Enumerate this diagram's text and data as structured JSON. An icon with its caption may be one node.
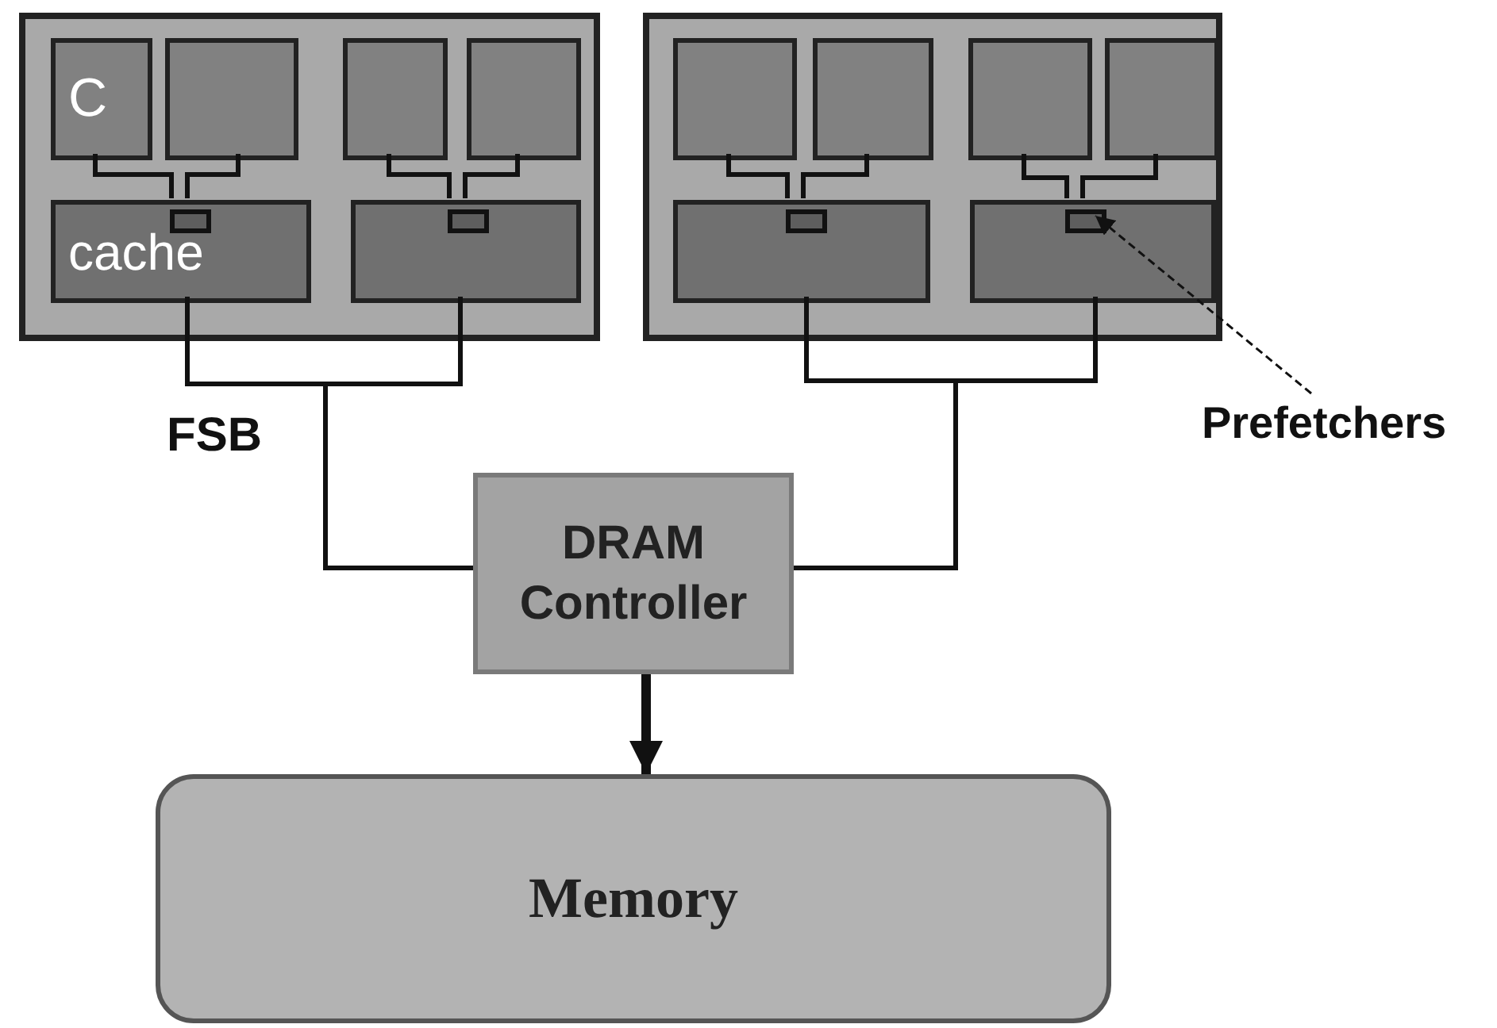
{
  "diagram": {
    "nodes": [
      {
        "text": [],
        "shape": "box"
      },
      {
        "text": [
          "C"
        ],
        "in": 0
      },
      {
        "text": [],
        "shape": "box",
        "in": 0
      },
      {
        "text": [
          "cache"
        ],
        "in": 0
      },
      {
        "text": [],
        "shape": "box",
        "in": 3
      },
      {
        "text": [],
        "shape": "box",
        "in": 0
      },
      {
        "text": [],
        "shape": "box",
        "in": 0
      },
      {
        "text": [],
        "shape": "box",
        "in": 0
      },
      {
        "text": [],
        "shape": "box",
        "in": 7
      },
      {
        "text": [],
        "shape": "box"
      },
      {
        "text": [],
        "shape": "box",
        "in": 9
      },
      {
        "text": [],
        "shape": "box",
        "in": 9
      },
      {
        "text": [],
        "shape": "box",
        "in": 9
      },
      {
        "text": [],
        "shape": "box",
        "in": 12
      },
      {
        "text": [],
        "shape": "box",
        "in": 9
      },
      {
        "text": [],
        "shape": "box",
        "in": 9
      },
      {
        "text": [],
        "shape": "box",
        "in": 9
      },
      {
        "text": [],
        "shape": "box",
        "in": 16
      },
      {
        "text": [
          "DRAM Controller"
        ]
      },
      {
        "text": [
          "Memory"
        ]
      },
      {
        "text": [
          "Prefetchers"
        ]
      }
    ],
    "edges": [
      {
        "from": 1,
        "to": 4,
        "arrow": "none"
      },
      {
        "from": 2,
        "to": 4,
        "arrow": "none"
      },
      {
        "from": 5,
        "to": 8,
        "arrow": "none"
      },
      {
        "from": 6,
        "to": 8,
        "arrow": "none"
      },
      {
        "from": 10,
        "to": 13,
        "arrow": "none"
      },
      {
        "from": 11,
        "to": 13,
        "arrow": "none"
      },
      {
        "from": 14,
        "to": 17,
        "arrow": "none"
      },
      {
        "from": 15,
        "to": 17,
        "arrow": "none"
      },
      {
        "from": 3,
        "to": 18,
        "arrow": "none"
      },
      {
        "from": 7,
        "to": 18,
        "arrow": "none"
      },
      {
        "from": 12,
        "to": 18,
        "arrow": "none"
      },
      {
        "from": 16,
        "to": 18,
        "arrow": "none"
      },
      {
        "from": 18,
        "to": 19,
        "arrow": "to",
        "style": "thick"
      },
      {
        "from": 20,
        "to": 17,
        "arrow": "to",
        "style": "dashed"
      }
    ],
    "labels": [
      "FSB"
    ]
  }
}
